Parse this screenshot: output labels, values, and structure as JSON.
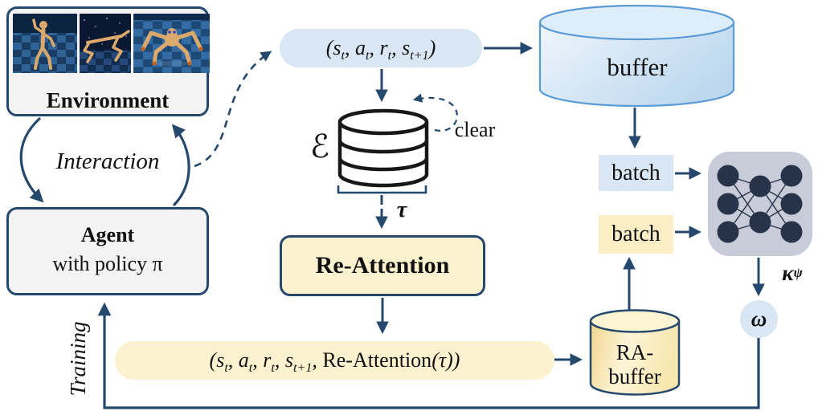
{
  "figure": {
    "environment": {
      "title": "Environment",
      "images": [
        "humanoid",
        "half-cheetah",
        "ant"
      ]
    },
    "interaction_label": "Interaction",
    "agent": {
      "line1": "Agent",
      "line2": "with policy π"
    },
    "training_label": "Training",
    "transition_tuple": "(s_t, a_t, r_t, s_{t+1})",
    "buffer_label": "buffer",
    "episode": {
      "symbol": "ℰ",
      "clear_label": "clear",
      "tau": "τ"
    },
    "reattention_label": "Re-Attention",
    "augmented_tuple": "(s_t, a_t, r_t, s_{t+1}, \\text{Re-Attention}(τ))",
    "batches": {
      "blue": "batch",
      "yellow": "batch"
    },
    "ra_buffer": {
      "line1": "RA-",
      "line2": "buffer"
    },
    "network": {
      "output_symbol": "κ_ψ"
    },
    "omega_symbol": "ω"
  },
  "colors": {
    "navy": "#25496d",
    "ink": "#111111",
    "lightblue": "#d9e7f4",
    "cream": "#fdf2cf",
    "graybox": "#f3f3f4",
    "bufborder": "#5b9bd5",
    "nnbox": "#c8ccd8",
    "nncircle": "#273349"
  }
}
